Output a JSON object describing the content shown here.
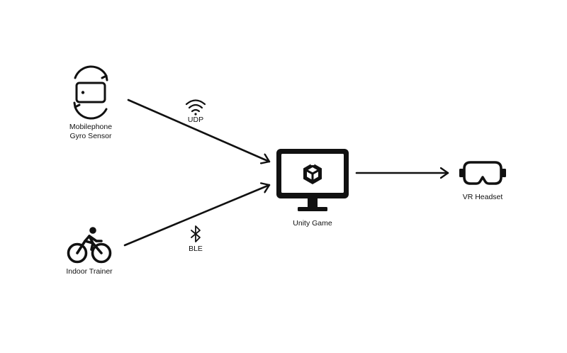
{
  "nodes": {
    "gyro_sensor": {
      "label_line1": "Mobilephone",
      "label_line2": "Gyro Sensor",
      "icon": "phone-rotate-icon"
    },
    "indoor_trainer": {
      "label": "Indoor Trainer",
      "icon": "cyclist-icon"
    },
    "unity_game": {
      "label": "Unity Game",
      "icon": "monitor-unity-icon"
    },
    "vr_headset": {
      "label": "VR Headset",
      "icon": "vr-headset-icon"
    }
  },
  "edges": {
    "gyro_to_unity": {
      "label": "UDP",
      "icon": "wifi-icon"
    },
    "trainer_to_unity": {
      "label": "BLE",
      "icon": "bluetooth-icon"
    },
    "unity_to_vr": {
      "label": ""
    }
  },
  "colors": {
    "stroke": "#111111",
    "background": "#ffffff"
  }
}
